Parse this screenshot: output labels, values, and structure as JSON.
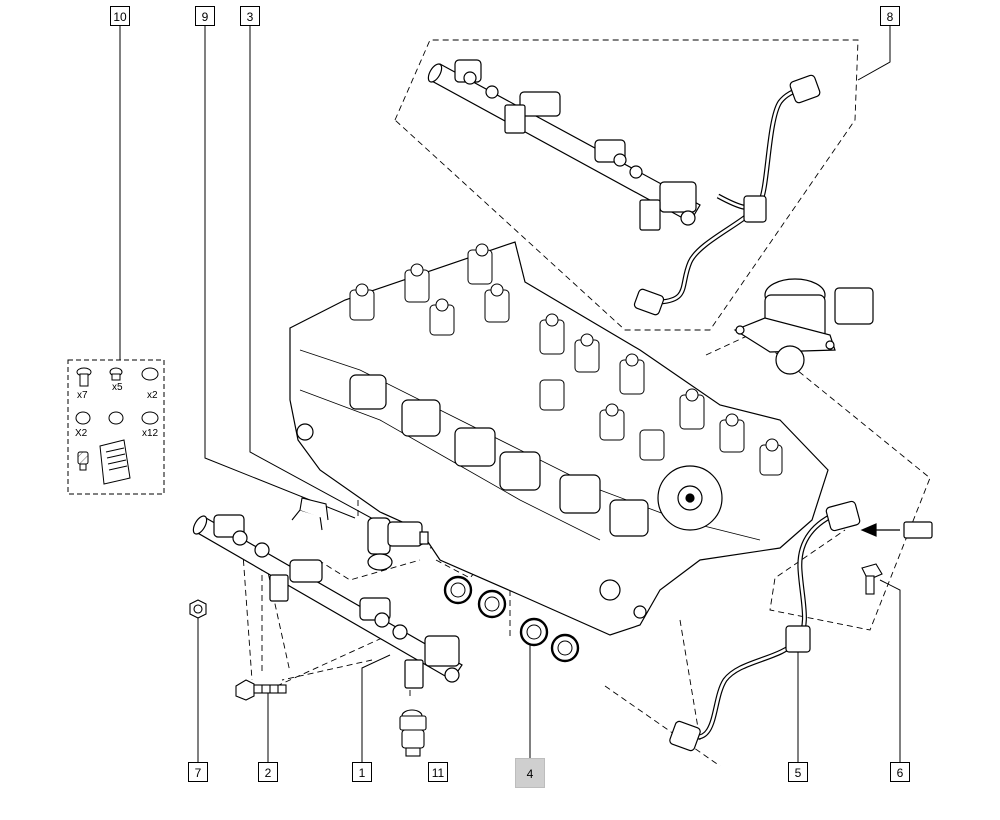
{
  "callouts": {
    "c10": "10",
    "c9": "9",
    "c3": "3",
    "c8": "8",
    "c7": "7",
    "c2": "2",
    "c1": "1",
    "c11": "11",
    "c4": "4",
    "c5": "5",
    "c6": "6"
  },
  "kit": {
    "q1": "x7",
    "q2": "x5",
    "q3": "x2",
    "q4": "X2",
    "q5": "x12"
  },
  "selected_callout": "4"
}
